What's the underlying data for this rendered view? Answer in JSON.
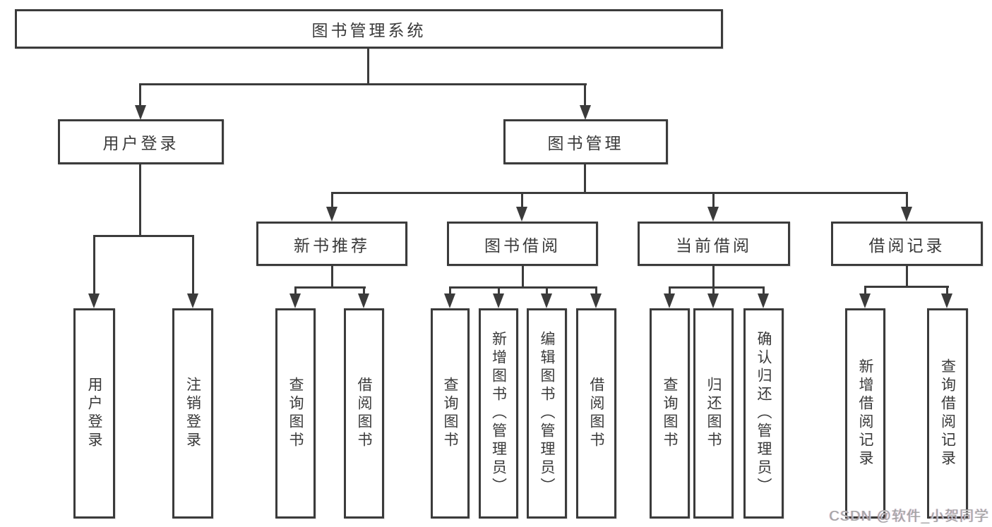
{
  "diagram": {
    "root": {
      "label": "图书管理系统"
    },
    "level2": [
      {
        "label": "用户登录"
      },
      {
        "label": "图书管理"
      }
    ],
    "level3": [
      {
        "label": "新书推荐"
      },
      {
        "label": "图书借阅"
      },
      {
        "label": "当前借阅"
      },
      {
        "label": "借阅记录"
      }
    ],
    "leaves": {
      "user_login": [
        "用户登录",
        "注销登录"
      ],
      "new_books": [
        "查询图书",
        "借阅图书"
      ],
      "book_borrowing": [
        "查询图书",
        "新增图书（管理员）",
        "编辑图书（管理员）",
        "借阅图书"
      ],
      "current_borrowing": [
        "查询图书",
        "归还图书",
        "确认归还（管理员）"
      ],
      "borrowing_records": [
        "新增借阅记录",
        "查询借阅记录"
      ]
    }
  },
  "watermark": {
    "text": "CSDN @软件_小贺同学"
  },
  "colors": {
    "line": "#3b3b3b",
    "text": "#3a3a3a",
    "box_fill": "#ffffff",
    "watermark": "#a3a3a3",
    "background": "#ffffff"
  }
}
